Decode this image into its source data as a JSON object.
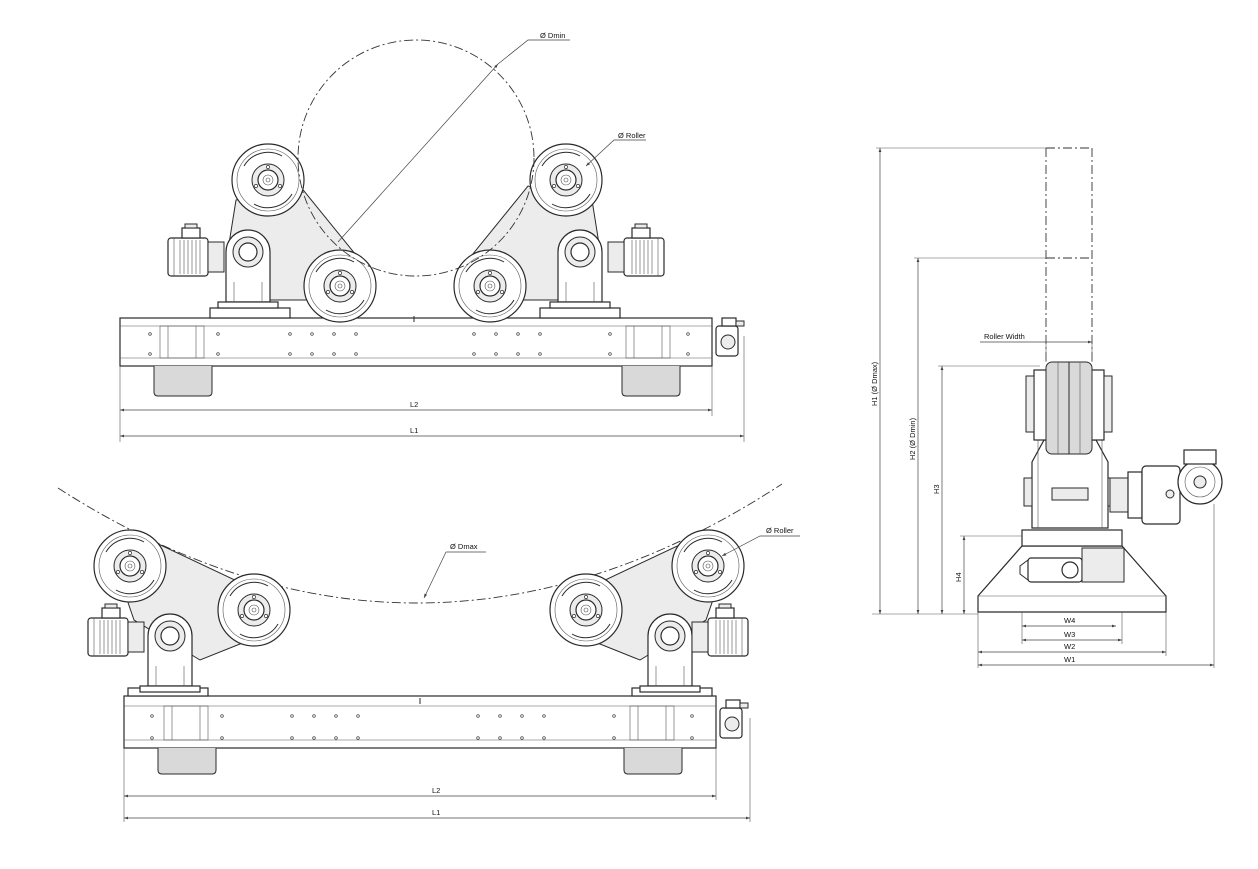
{
  "top_view": {
    "dmin_label": "Ø Dmin",
    "roller_label": "Ø Roller",
    "l2_label": "L2",
    "l1_label": "L1"
  },
  "bottom_view": {
    "dmax_label": "Ø Dmax",
    "roller_label": "Ø Roller",
    "l2_label": "L2",
    "l1_label": "L1"
  },
  "side_view": {
    "h1_label": "H1 (Ø Dmax)",
    "h2_label": "H2 (Ø Dmin)",
    "h3_label": "H3",
    "h4_label": "H4",
    "roller_width_label": "Roller Width",
    "w4_label": "W4",
    "w3_label": "W3",
    "w2_label": "W2",
    "w1_label": "W1"
  }
}
